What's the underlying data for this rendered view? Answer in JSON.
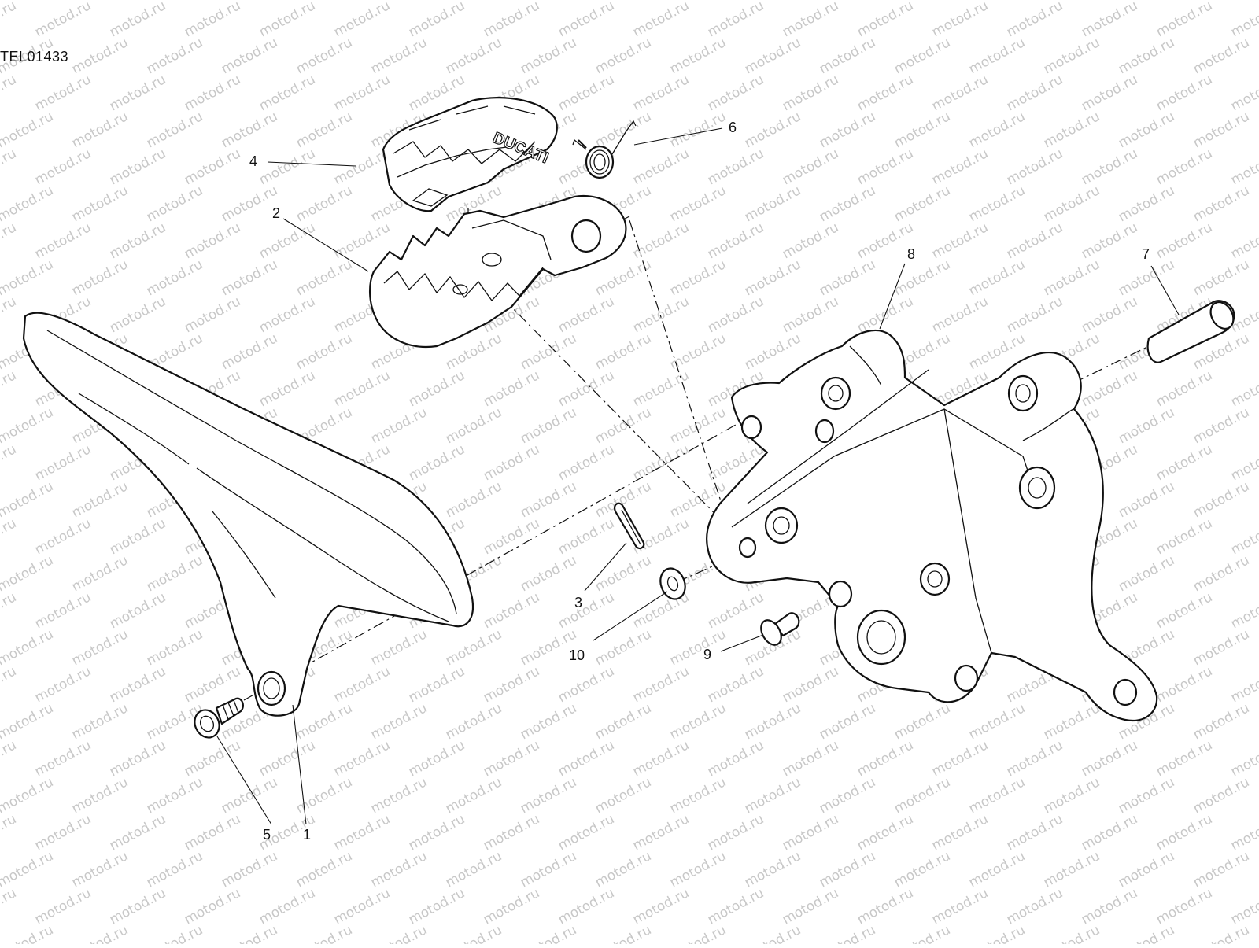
{
  "drawing_code": "TEL01433",
  "watermark": "motod.ru",
  "callouts": [
    {
      "id": "1",
      "text": "1"
    },
    {
      "id": "2",
      "text": "2"
    },
    {
      "id": "3",
      "text": "3"
    },
    {
      "id": "4",
      "text": "4"
    },
    {
      "id": "5",
      "text": "5"
    },
    {
      "id": "6",
      "text": "6"
    },
    {
      "id": "7",
      "text": "7"
    },
    {
      "id": "8",
      "text": "8"
    },
    {
      "id": "9",
      "text": "9"
    },
    {
      "id": "10",
      "text": "10"
    }
  ],
  "peg_logo_text": "DUCATI"
}
